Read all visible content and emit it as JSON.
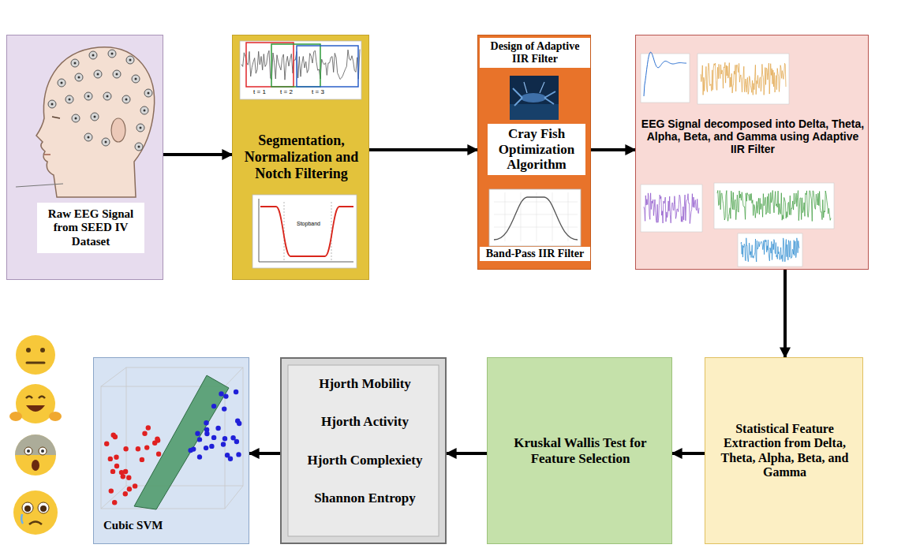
{
  "diagram": {
    "nodes": [
      {
        "text": [
          "Raw EEG Signal from SEED IV Dataset"
        ]
      },
      {
        "text": [
          "Segmentation, Normalization and Notch Filtering"
        ]
      },
      {
        "text": [
          "Design of Adaptive IIR Filter",
          "Cray Fish Optimization Algorithm",
          "Band-Pass IIR Filter"
        ]
      },
      {
        "text": [
          "EEG Signal decomposed into Delta, Theta, Alpha, Beta, and Gamma using Adaptive IIR Filter"
        ]
      },
      {
        "text": [
          "Statistical Feature Extraction from Delta, Theta, Alpha, Beta, and Gamma"
        ]
      },
      {
        "text": [
          "Kruskal Wallis Test for Feature Selection"
        ]
      },
      {
        "text": [
          "Hjorth Mobility",
          "Hjorth Activity",
          "Hjorth Complexiety",
          "Shannon Entropy"
        ]
      },
      {
        "text": [
          "Cubic SVM"
        ]
      }
    ],
    "edges": [
      {
        "from": 0,
        "to": 1,
        "arrow": "to"
      },
      {
        "from": 1,
        "to": 2,
        "arrow": "to"
      },
      {
        "from": 2,
        "to": 3,
        "arrow": "to"
      },
      {
        "from": 3,
        "to": 4,
        "arrow": "to"
      },
      {
        "from": 4,
        "to": 5,
        "arrow": "to"
      },
      {
        "from": 5,
        "to": 6,
        "arrow": "to"
      },
      {
        "from": 6,
        "to": 7,
        "arrow": "to"
      }
    ],
    "labels": [
      "t = 1",
      "t = 2",
      "t = 3",
      "Stopband"
    ]
  }
}
